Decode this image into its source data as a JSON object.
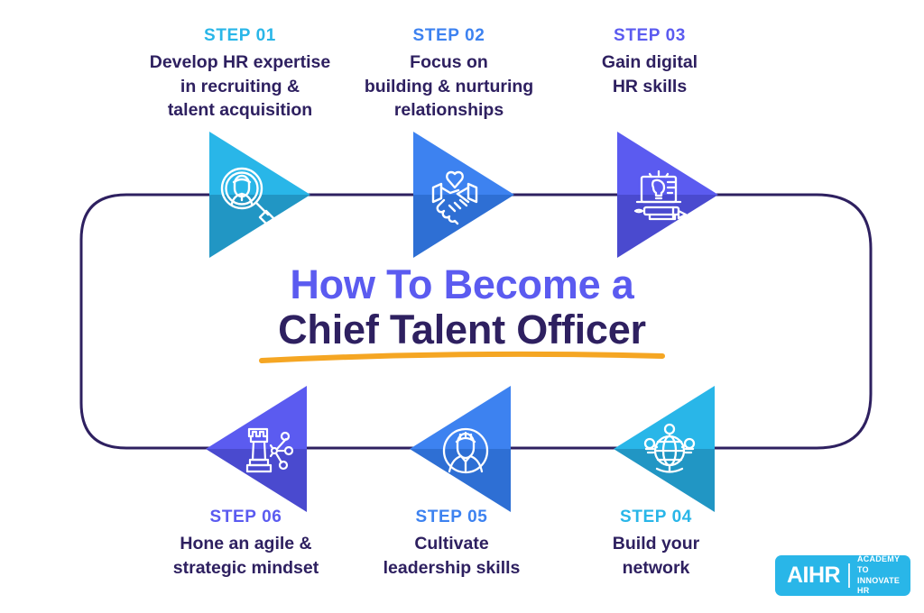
{
  "title": {
    "line1": "How To Become a",
    "line2": "Chief Talent Officer",
    "line1_color": "#5B5BF0",
    "line2_color": "#2E2060",
    "underline_color": "#F5A623"
  },
  "loop": {
    "stroke_color": "#2E2060",
    "stroke_width": 3
  },
  "steps": [
    {
      "number": "STEP 01",
      "description": "Develop HR expertise\nin recruiting &\ntalent acquisition",
      "color_light": "#29B6E8",
      "color_dark": "#2196C4",
      "number_color": "#29B6E8",
      "icon": "magnifier-person-icon",
      "direction": "right"
    },
    {
      "number": "STEP 02",
      "description": "Focus on\nbuilding & nurturing\nrelationships",
      "color_light": "#3D82F0",
      "color_dark": "#2E6FD4",
      "number_color": "#3D82F0",
      "icon": "handshake-heart-icon",
      "direction": "right"
    },
    {
      "number": "STEP 03",
      "description": "Gain digital\nHR skills",
      "color_light": "#5B5BF0",
      "color_dark": "#4A4ACF",
      "number_color": "#5B5BF0",
      "icon": "digital-learning-icon",
      "direction": "right"
    },
    {
      "number": "STEP 04",
      "description": "Build your\nnetwork",
      "color_light": "#29B6E8",
      "color_dark": "#2196C4",
      "number_color": "#29B6E8",
      "icon": "global-network-icon",
      "direction": "left"
    },
    {
      "number": "STEP 05",
      "description": "Cultivate\nleadership skills",
      "color_light": "#3D82F0",
      "color_dark": "#2E6FD4",
      "number_color": "#3D82F0",
      "icon": "leader-portrait-icon",
      "direction": "left"
    },
    {
      "number": "STEP 06",
      "description": "Hone an agile &\nstrategic mindset",
      "color_light": "#5B5BF0",
      "color_dark": "#4A4ACF",
      "number_color": "#5B5BF0",
      "icon": "chess-rook-network-icon",
      "direction": "left"
    }
  ],
  "logo": {
    "name": "AIHR",
    "tagline_line1": "ACADEMY TO",
    "tagline_line2": "INNOVATE HR",
    "background": "#29B6E8"
  }
}
